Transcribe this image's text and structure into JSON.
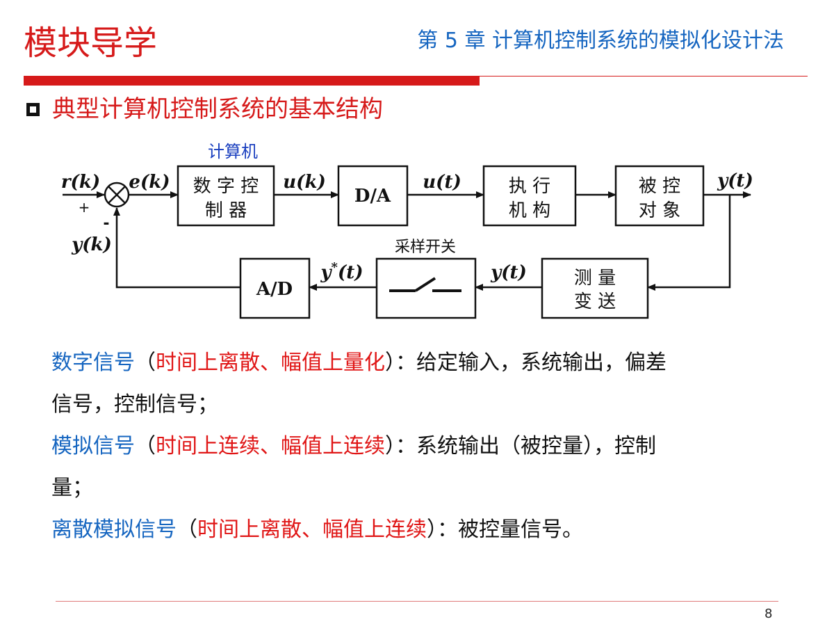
{
  "header": {
    "module_title": "模块导学",
    "chapter_title": "第 5 章  计算机控制系统的模拟化设计法"
  },
  "section_heading": "典型计算机控制系统的基本结构",
  "diagram": {
    "computer_label": "计算机",
    "blocks": {
      "digital_controller": [
        "数 字 控",
        "制 器"
      ],
      "da": "D/A",
      "actuator": [
        "执 行",
        "机 构"
      ],
      "plant": [
        "被 控",
        "对 象"
      ],
      "measurement": [
        "测 量",
        "变 送"
      ],
      "ad": "A/D"
    },
    "signals": {
      "r": "r(k)",
      "e": "e(k)",
      "u_k": "u(k)",
      "u_t": "u(t)",
      "y_t_out": "y(t)",
      "y_t_feedback": "y(t)",
      "y_star_base": "y",
      "y_star_sup": "*",
      "y_star_arg": "(t)",
      "y_k": "y(k)"
    },
    "signs": {
      "plus": "+",
      "minus": "-"
    },
    "switch_label": "采样开关"
  },
  "descriptions": [
    {
      "term": "数字信号",
      "open": "（",
      "detail": "时间上离散、幅值上量化",
      "close_colon": "）：",
      "text_line1": "给定输入，系统输出，偏差",
      "text_line2": "信号，控制信号；"
    },
    {
      "term": "模拟信号",
      "open": "（",
      "detail": "时间上连续、幅值上连续",
      "close_colon": "）：",
      "text_line1": "系统输出（被控量），控制",
      "text_line2": "量；"
    },
    {
      "term": "离散模拟信号",
      "open": "（",
      "detail": "时间上离散、幅值上连续",
      "close_colon": "）：",
      "text_line1": "被控量信号。"
    }
  ],
  "page_number": "8",
  "colors": {
    "accent_red": "#d61a1a",
    "title_blue": "#1565c0",
    "highlight_red": "#e01616"
  }
}
